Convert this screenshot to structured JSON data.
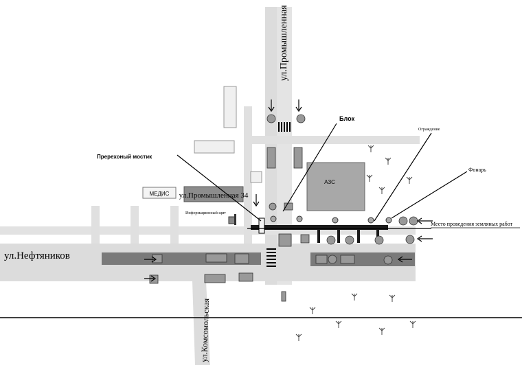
{
  "streets": {
    "promyshlennaya": "ул.Промышленная",
    "neftyanikov": "ул.Нефтяников",
    "komsomolskaya": "ул.Комсомольская"
  },
  "buildings": {
    "medis": "МЕДИС",
    "address": "ул.Промышленная 34",
    "azs": "АЗС"
  },
  "callouts": {
    "blok": "Блок",
    "bridge": "Пререхоный мостик",
    "fence": "Ограждение",
    "lamp": "Фонарь",
    "info_board": "Информационный щит",
    "work_site": "Место проведения земляных работ"
  },
  "colors": {
    "road": "#dcdcdc",
    "building": "#f0f0f0",
    "azs_fill": "#a8a8a8",
    "address_fill": "#8c8c8c",
    "median": "#7a7a7a",
    "fence": "#1a1a1a"
  }
}
